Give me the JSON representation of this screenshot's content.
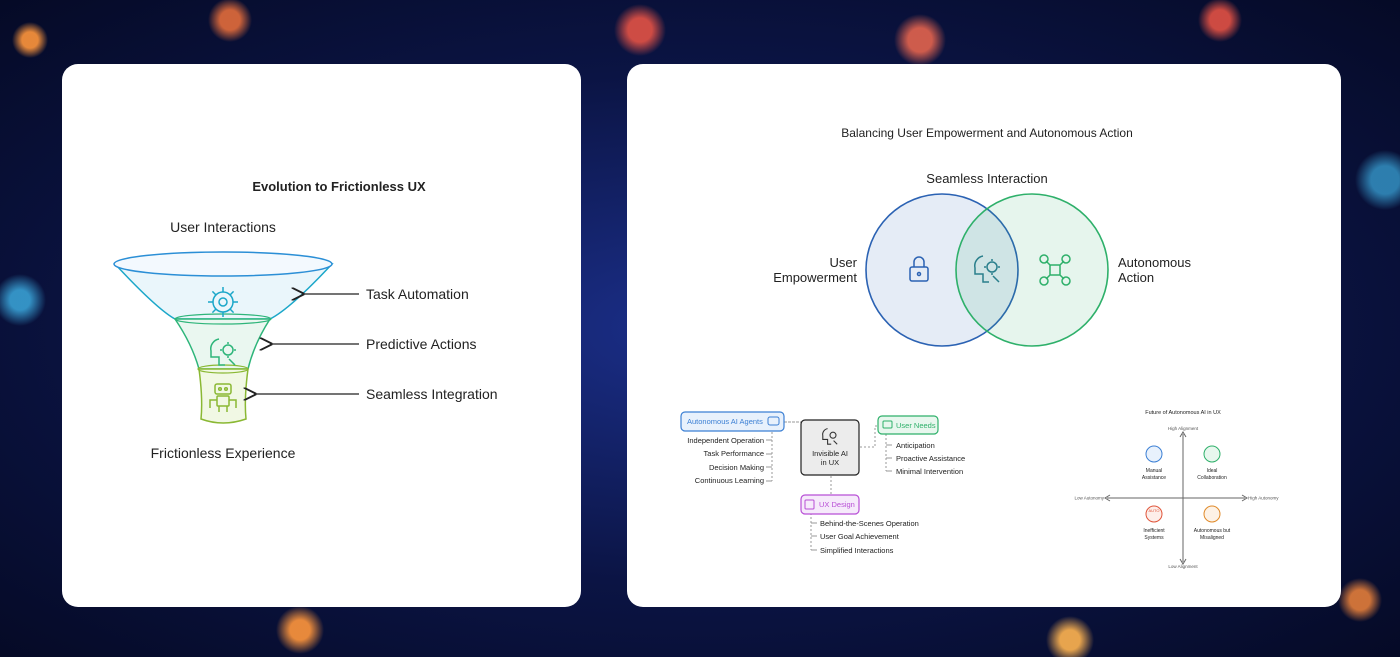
{
  "funnel": {
    "title": "Evolution to Frictionless UX",
    "top_label": "User Interactions",
    "bottom_label": "Frictionless Experience",
    "stages": [
      {
        "label": "Task Automation",
        "icon": "gear-icon",
        "color": "#1ba7c9"
      },
      {
        "label": "Predictive Actions",
        "icon": "user-gear-icon",
        "color": "#2eb57a"
      },
      {
        "label": "Seamless Integration",
        "icon": "robot-icon",
        "color": "#8ab833"
      }
    ],
    "rim_color": "#2b8fd6"
  },
  "venn": {
    "title": "Balancing User Empowerment and Autonomous Action",
    "intersection_label": "Seamless Interaction",
    "left_label": [
      "User",
      "Empowerment"
    ],
    "right_label": [
      "Autonomous",
      "Action"
    ],
    "left_icon": "lock-icon",
    "center_icon": "user-gear-icon",
    "right_icon": "drone-icon",
    "left_color": "#2b62b3",
    "right_color": "#2eb06a"
  },
  "mindmap": {
    "center_label": [
      "Invisible AI",
      "in UX"
    ],
    "center_icon": "user-gear-icon",
    "branches": [
      {
        "title": "Autonomous AI Agents",
        "color": "#3b7fd4",
        "items": [
          "Independent Operation",
          "Task Performance",
          "Decision Making",
          "Continuous Learning"
        ]
      },
      {
        "title": "User Needs",
        "color": "#2eb06a",
        "items": [
          "Anticipation",
          "Proactive Assistance",
          "Minimal Intervention"
        ]
      },
      {
        "title": "UX Design",
        "color": "#b84fd6",
        "items": [
          "Behind-the-Scenes Operation",
          "User Goal Achievement",
          "Simplified Interactions"
        ]
      }
    ]
  },
  "quadrant": {
    "title": "Future of Autonomous AI in UX",
    "axis_top": "High Alignment",
    "axis_bottom": "Low Alignment",
    "axis_left": "Low Autonomy",
    "axis_right": "High Autonomy",
    "cells": [
      {
        "label": [
          "Manual",
          "Assistance"
        ],
        "color": "#3b7fd4",
        "icon": "person-icon"
      },
      {
        "label": [
          "Ideal",
          "Collaboration"
        ],
        "color": "#2eb06a",
        "icon": "person-icon"
      },
      {
        "label": [
          "Inefficient",
          "Systems"
        ],
        "color": "#e0553a",
        "icon": "auto-badge-icon",
        "badge": "AUTO"
      },
      {
        "label": [
          "Autonomous but",
          "Misaligned"
        ],
        "color": "#e08a2a",
        "icon": "drone-icon"
      }
    ]
  }
}
